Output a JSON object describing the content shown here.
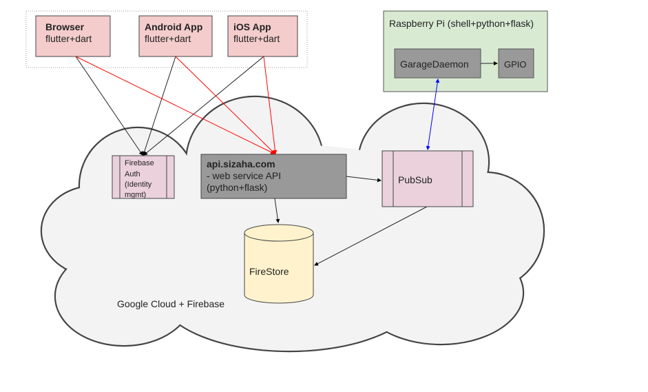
{
  "clients": [
    {
      "title": "Browser",
      "subtitle": "flutter+dart"
    },
    {
      "title": "Android App",
      "subtitle": "flutter+dart"
    },
    {
      "title": "iOS App",
      "subtitle": "flutter+dart"
    }
  ],
  "cloud": {
    "label": "Google Cloud + Firebase"
  },
  "firebase_auth": {
    "lines": [
      "Firebase",
      "Auth",
      "(Identity",
      "mgmt)"
    ]
  },
  "api": {
    "title": "api.sizaha.com",
    "line2": "- web service API",
    "line3": "(python+flask)"
  },
  "pubsub": {
    "label": "PubSub"
  },
  "firestore": {
    "label": "FireStore"
  },
  "raspberry_pi": {
    "title": "Raspberry Pi (shell+python+flask)",
    "daemon": "GarageDaemon",
    "gpio": "GPIO"
  },
  "colors": {
    "client_fill": "#f4cccc",
    "auth_fill": "#ead1dc",
    "api_fill": "#999999",
    "pi_fill": "#d9ead3",
    "db_fill": "#fff2cc",
    "cloud_fill": "#f3f3f3",
    "red_arrow": "#ff0000",
    "blue_arrow": "#0000ff"
  }
}
